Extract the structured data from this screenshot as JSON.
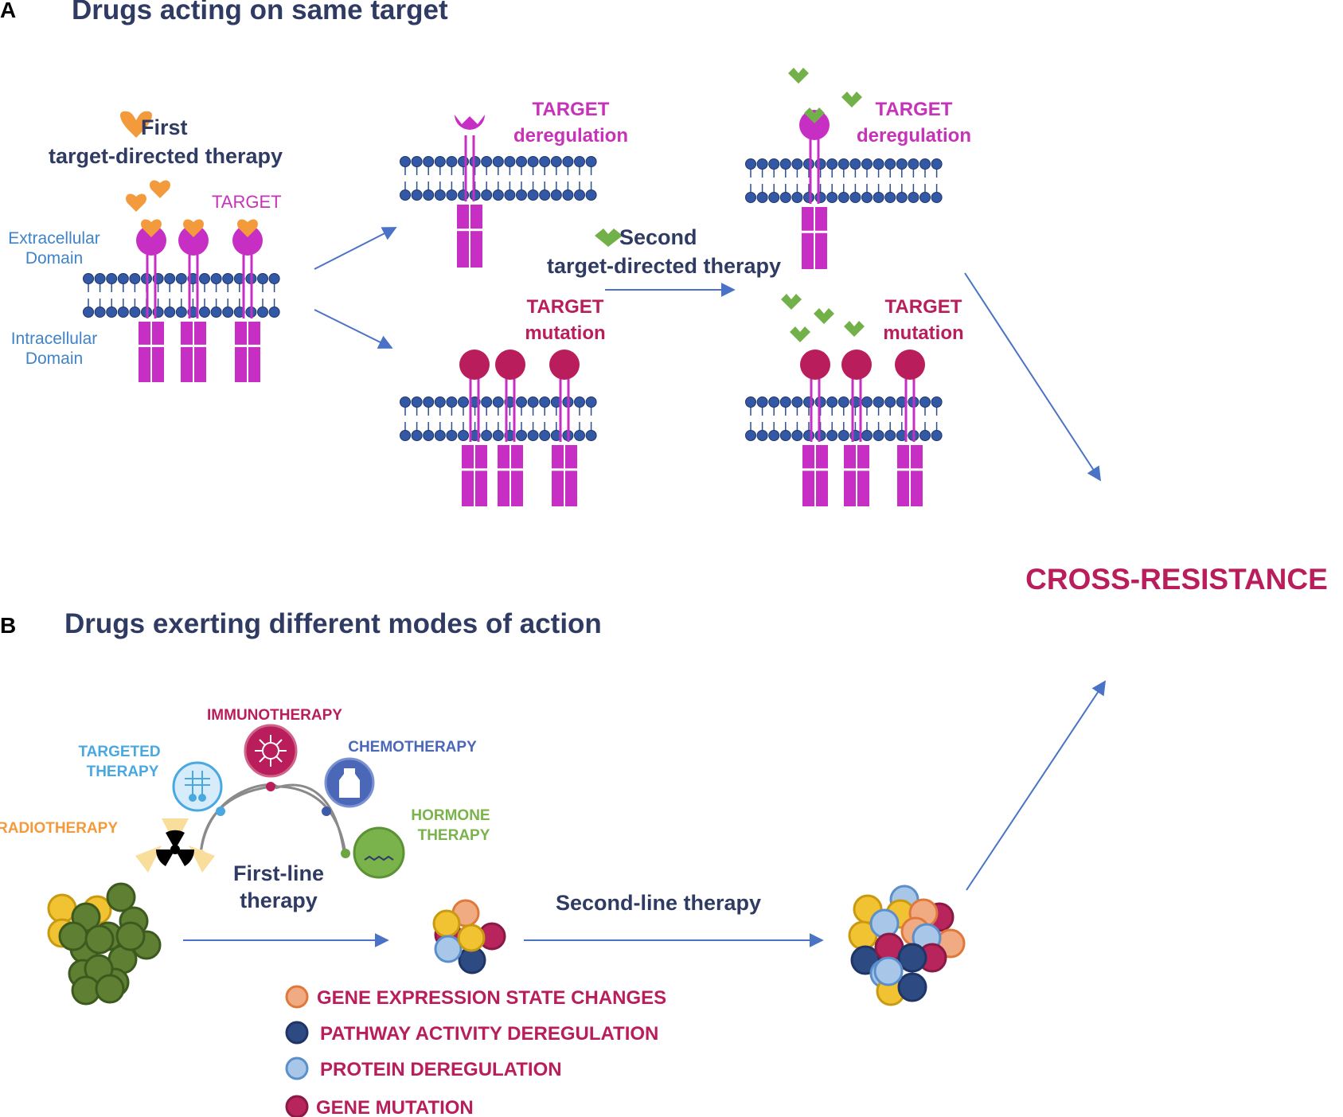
{
  "panel_a": {
    "letter": "A",
    "title": "Drugs acting on same target",
    "first_therapy": {
      "line1": "First",
      "line2": "target-directed therapy"
    },
    "extracellular": {
      "line1": "Extracellular",
      "line2": "Domain"
    },
    "intracellular": {
      "line1": "Intracellular",
      "line2": "Domain"
    },
    "target_label": "TARGET",
    "deregulation": {
      "line1": "TARGET",
      "line2": "deregulation"
    },
    "mutation": {
      "line1": "TARGET",
      "line2": "mutation"
    },
    "second_therapy": {
      "line1": "Second",
      "line2": "target-directed therapy"
    }
  },
  "panel_b": {
    "letter": "B",
    "title": "Drugs exerting different modes of action",
    "modalities": {
      "immunotherapy": "IMMUNOTHERAPY",
      "targeted": {
        "line1": "TARGETED",
        "line2": "THERAPY"
      },
      "chemotherapy": "CHEMOTHERAPY",
      "hormone": {
        "line1": "HORMONE",
        "line2": "THERAPY"
      },
      "radiotherapy": "RADIOTHERAPY"
    },
    "first_line": {
      "line1": "First-line",
      "line2": "therapy"
    },
    "second_line": "Second-line therapy",
    "legend": [
      {
        "label": "GENE EXPRESSION STATE CHANGES",
        "color": "#f0ab83",
        "stroke": "#e0783b"
      },
      {
        "label": "PATHWAY ACTIVITY DEREGULATION",
        "color": "#2e4a83",
        "stroke": "#1f3566"
      },
      {
        "label": "PROTEIN DEREGULATION",
        "color": "#a7c6e8",
        "stroke": "#5b8fcb"
      },
      {
        "label": "GENE MUTATION",
        "color": "#b8245c",
        "stroke": "#8a1a45"
      }
    ]
  },
  "outcome": "CROSS-RESISTANCE",
  "colors": {
    "receptor_magenta": "#c72fc4",
    "receptor_crimson": "#b91d5b",
    "membrane_blue": "#2d4f91",
    "drug1_orange": "#f39a3c",
    "drug2_green": "#72b04a",
    "arrow_blue": "#4a72c6",
    "title_navy": "#2f3b63",
    "tumor_green": "#5f7f33",
    "tumor_yellow": "#f1c232"
  }
}
